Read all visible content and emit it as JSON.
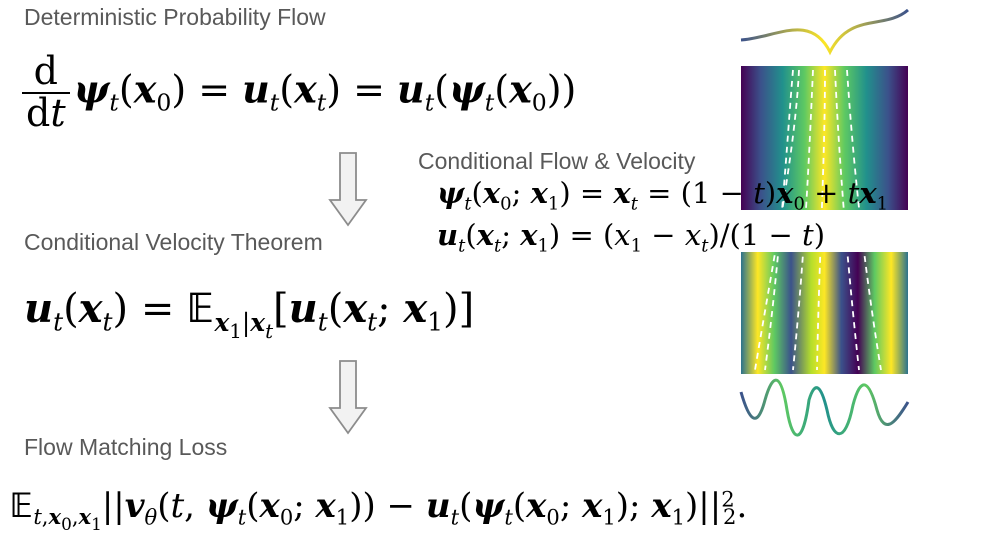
{
  "labels": {
    "deterministic_flow": "Deterministic Probability Flow",
    "conditional_velocity_theorem": "Conditional Velocity Theorem",
    "flow_matching_loss": "Flow Matching Loss",
    "conditional_flow_velocity": "Conditional Flow & Velocity"
  },
  "equations": {
    "deterministic_flow": "d/dt ψ_t(x_0) = u_t(x_t) = u_t(ψ_t(x_0))",
    "conditional_velocity_theorem": "u_t(x_t) = E_{x_1|x_t}[u_t(x_t; x_1)]",
    "conditional_flow": "ψ_t(x_0; x_1) = x_t = (1 − t)x_0 + t x_1",
    "conditional_velocity": "u_t(x_t; x_1) = (x_1 − x_t)/(1 − t)",
    "flow_matching_loss": "E_{t,x_0,x_1} ||v_θ(t, ψ_t(x_0; x_1)) − u_t(ψ_t(x_0; x_1); x_1)||_2^2."
  },
  "colors": {
    "label_gray": "#595959",
    "arrow_fill": "#f2f2f2",
    "arrow_stroke": "#8c8c8c",
    "viridis_dark": "#440154",
    "viridis_mid": "#21918c",
    "viridis_bright": "#fde725"
  }
}
